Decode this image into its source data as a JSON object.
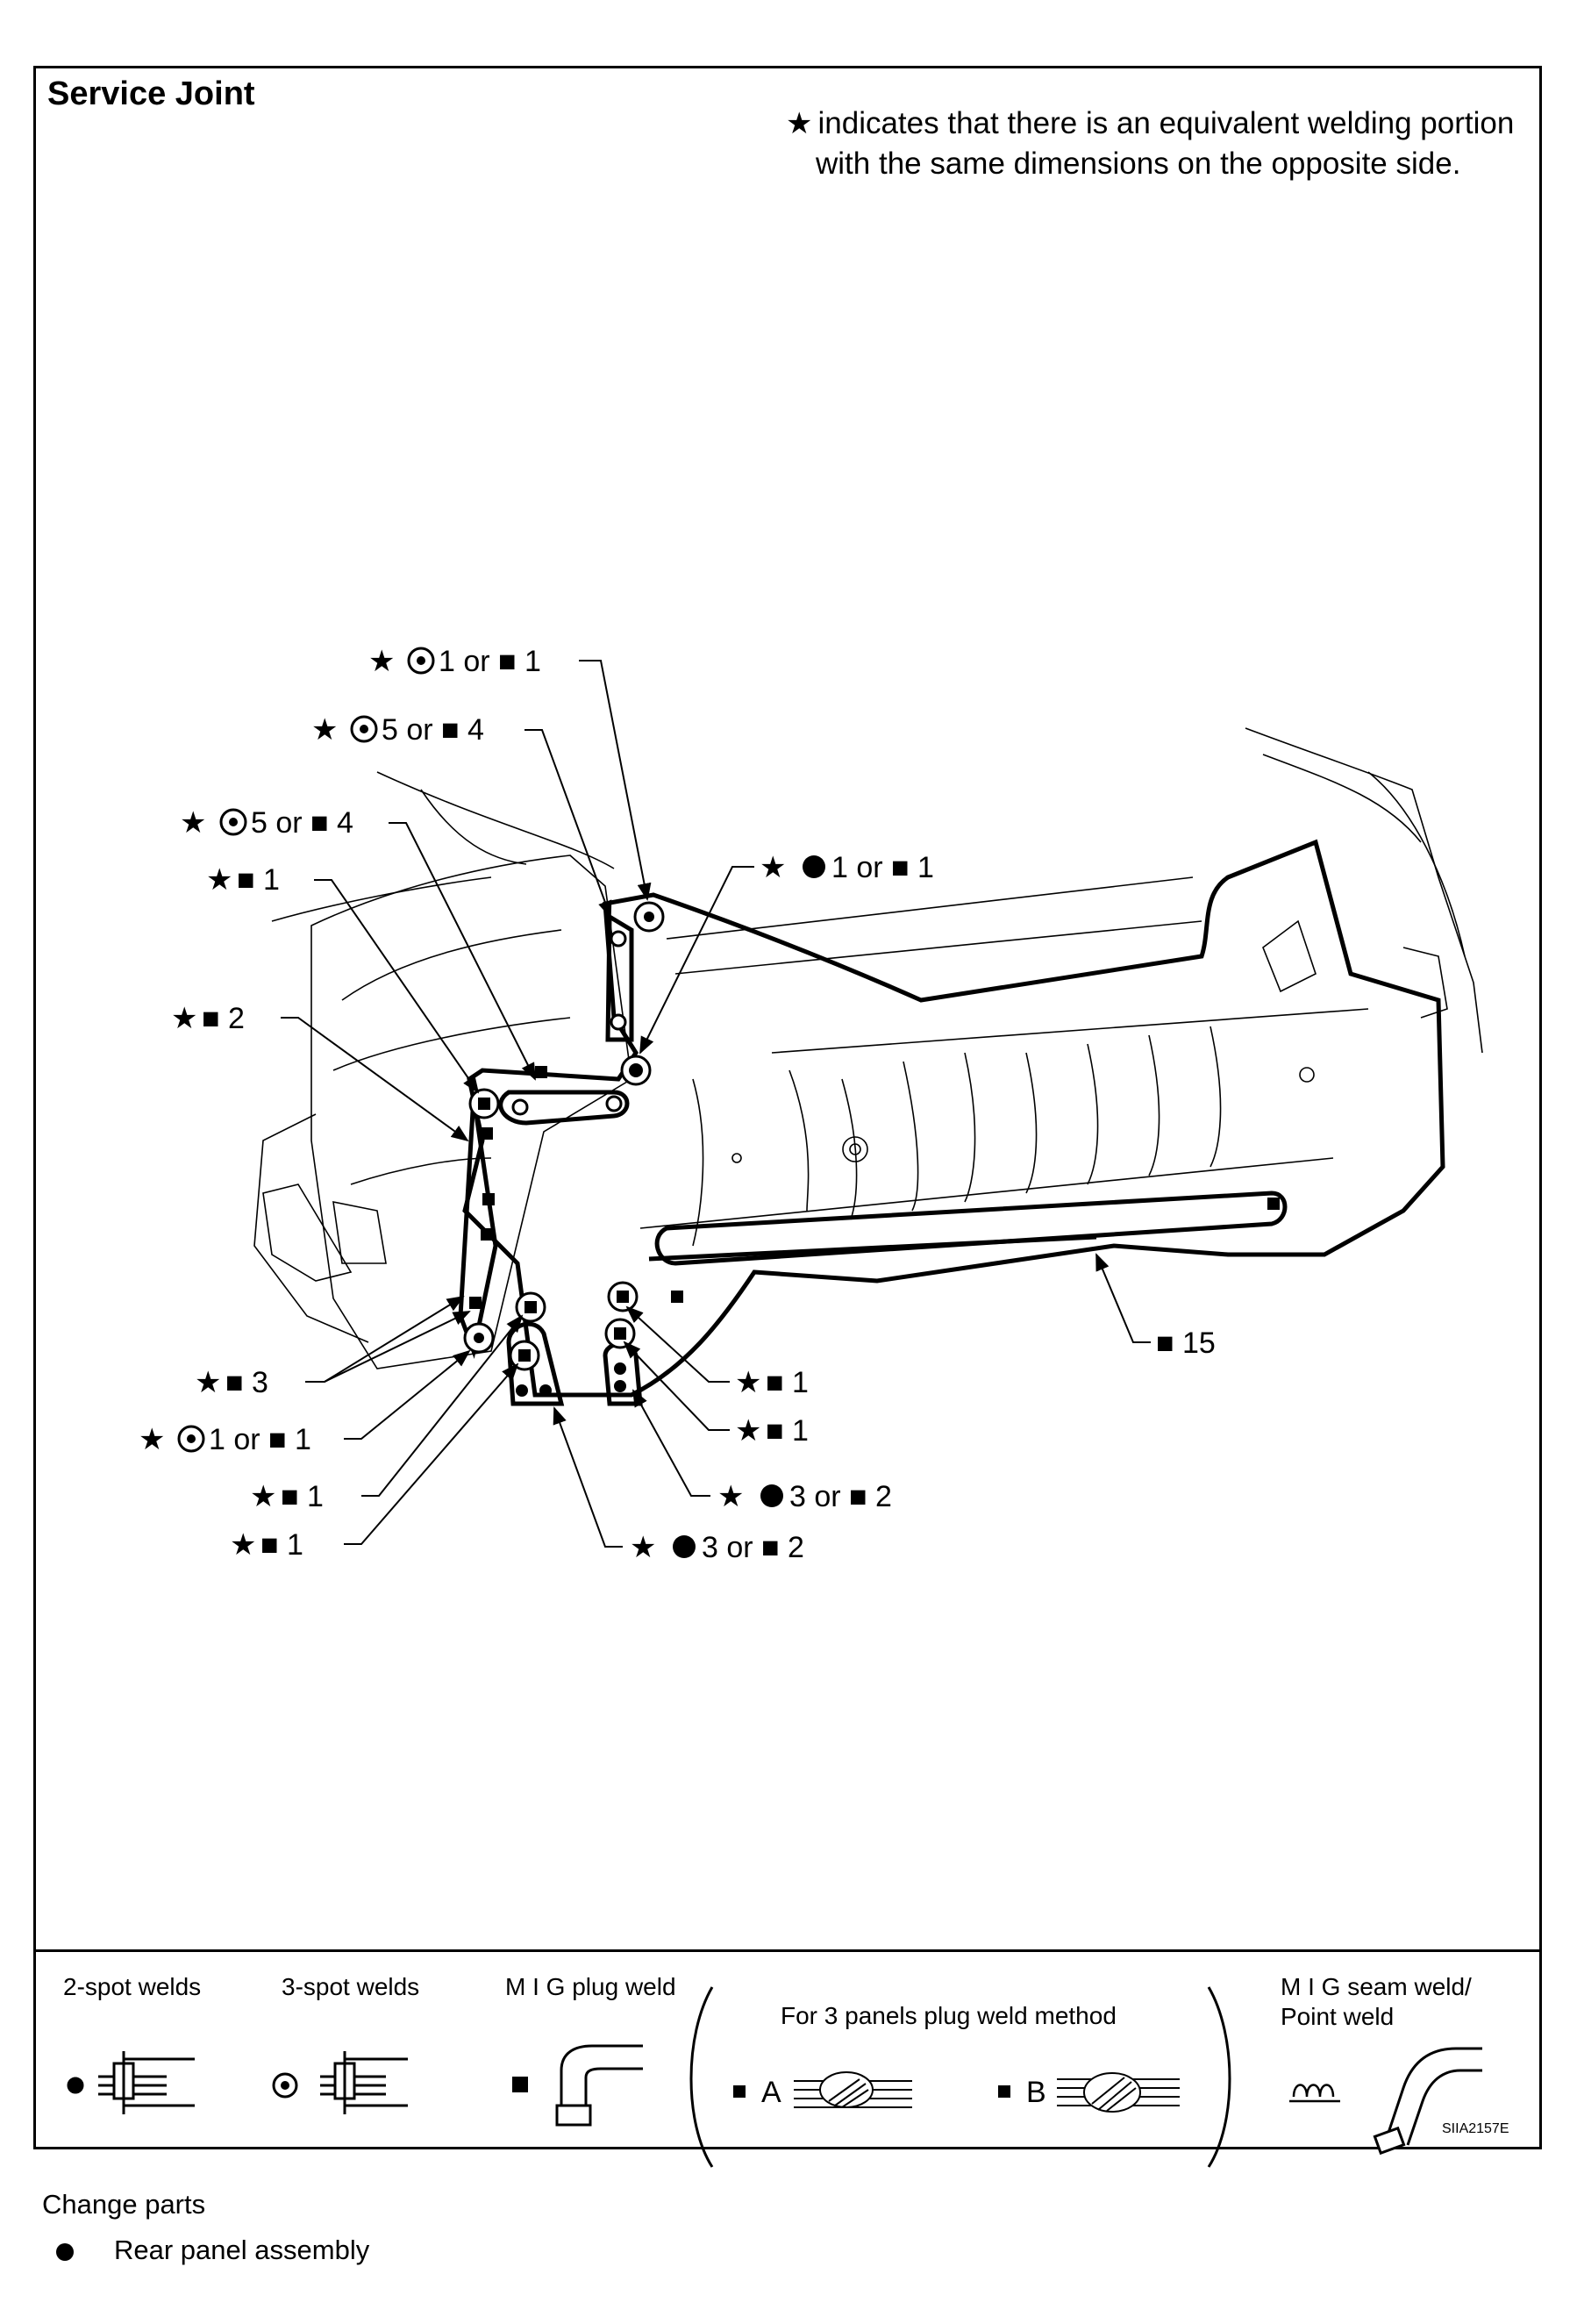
{
  "header": {
    "title": "Service Joint",
    "note_line1": "indicates that there is an equivalent welding portion",
    "note_line2": "with the same dimensions on the opposite side."
  },
  "callouts": [
    {
      "id": "c1",
      "label": "1 or ■ 1"
    },
    {
      "id": "c2",
      "label": "5 or ■ 4"
    },
    {
      "id": "c3",
      "label": "5 or ■ 4"
    },
    {
      "id": "c4",
      "label": "■ 1"
    },
    {
      "id": "c5",
      "label": "1 or ■ 1"
    },
    {
      "id": "c6",
      "label": "■ 2"
    },
    {
      "id": "c7",
      "label": "■ 3"
    },
    {
      "id": "c8",
      "label": "1 or ■ 1"
    },
    {
      "id": "c9",
      "label": "■ 1"
    },
    {
      "id": "c10",
      "label": "■ 1"
    },
    {
      "id": "c11",
      "label": "■ 1"
    },
    {
      "id": "c12",
      "label": "■ 1"
    },
    {
      "id": "c13",
      "label": "3 or ■ 2"
    },
    {
      "id": "c14",
      "label": "3 or ■ 2"
    },
    {
      "id": "c15",
      "label": "■ 15"
    }
  ],
  "legend": {
    "two_spot": "2-spot welds",
    "three_spot": "3-spot welds",
    "mig_plug": "M I G plug weld",
    "three_panel": "For 3 panels plug weld method",
    "a_label": "A",
    "b_label": "B",
    "mig_seam_1": "M I G seam weld/",
    "mig_seam_2": "Point weld",
    "code": "SIIA2157E"
  },
  "footer": {
    "title": "Change parts",
    "item": "Rear panel assembly"
  }
}
